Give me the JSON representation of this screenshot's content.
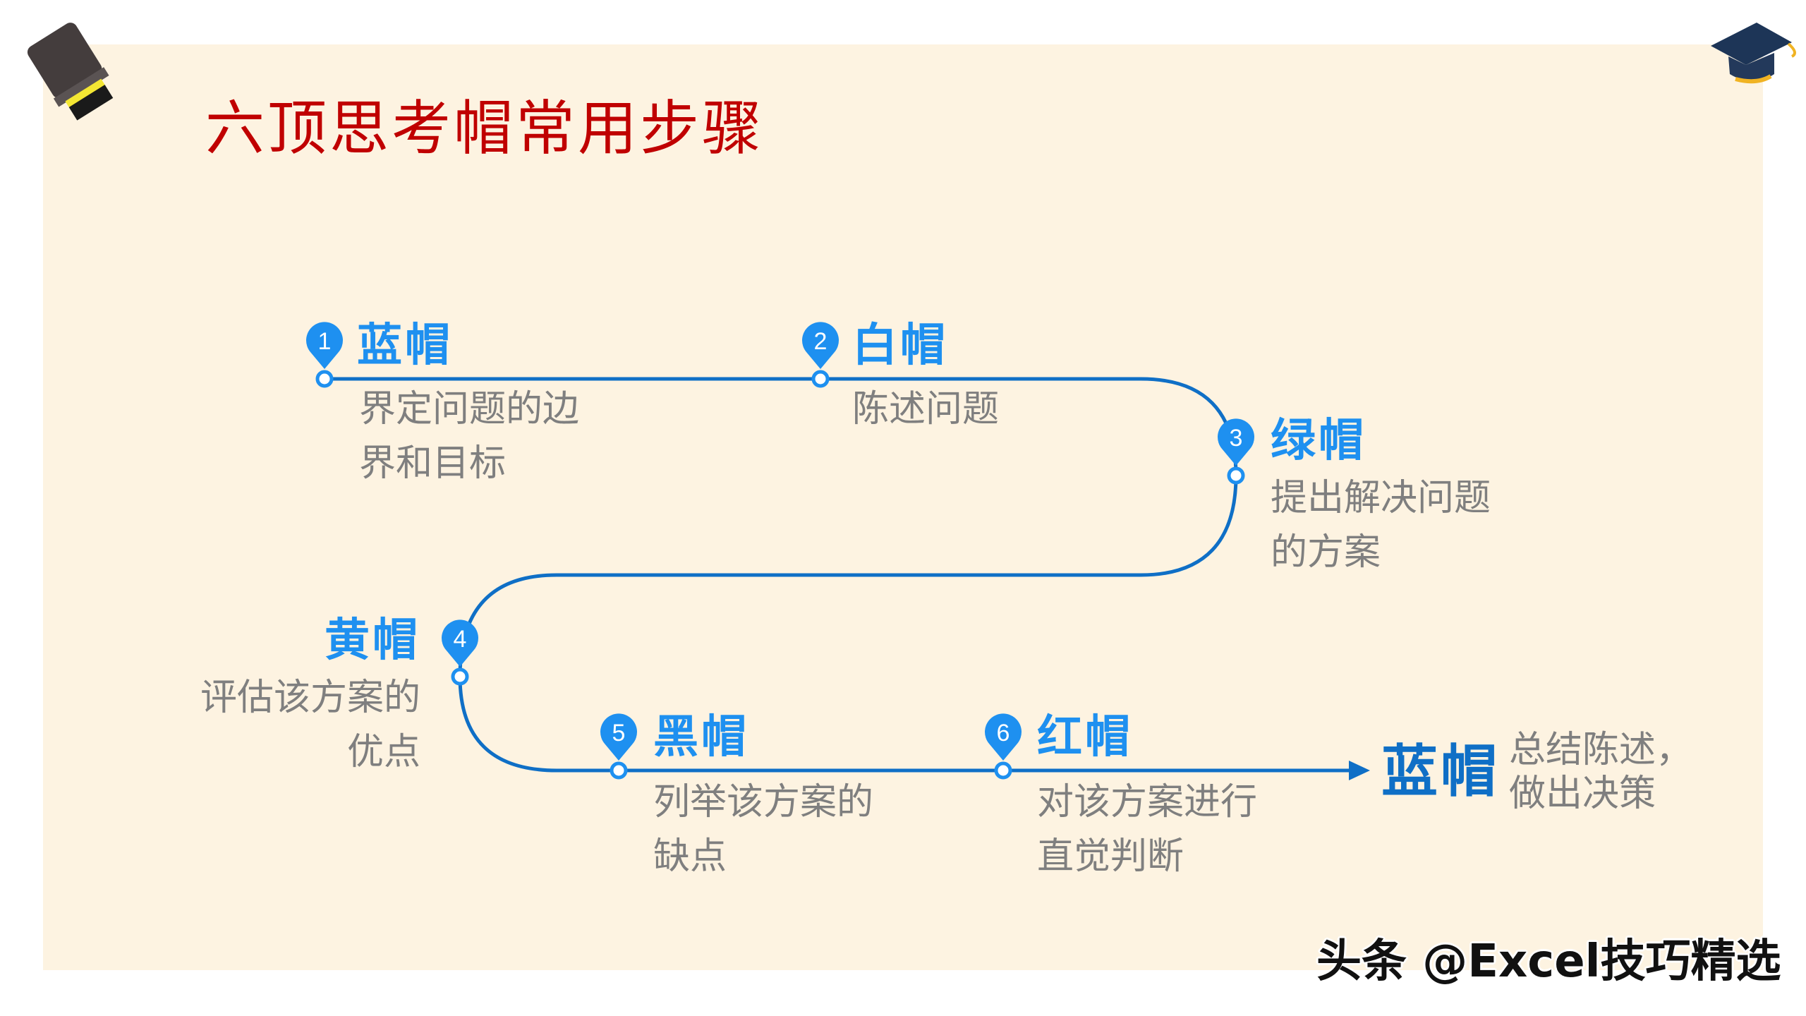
{
  "title": "六顶思考帽常用步骤",
  "steps": [
    {
      "number": "1",
      "label": "蓝帽",
      "desc": [
        "界定问题的边",
        "界和目标"
      ]
    },
    {
      "number": "2",
      "label": "白帽",
      "desc": [
        "陈述问题"
      ]
    },
    {
      "number": "3",
      "label": "绿帽",
      "desc": [
        "提出解决问题",
        "的方案"
      ]
    },
    {
      "number": "4",
      "label": "黄帽",
      "desc": [
        "评估该方案的",
        "优点"
      ]
    },
    {
      "number": "5",
      "label": "黑帽",
      "desc": [
        "列举该方案的",
        "缺点"
      ]
    },
    {
      "number": "6",
      "label": "红帽",
      "desc": [
        "对该方案进行",
        "直觉判断"
      ]
    }
  ],
  "final": {
    "label": "蓝帽",
    "desc": [
      "总结陈述，",
      "做出决策"
    ]
  },
  "watermark": "头条 @Excel技巧精选",
  "colors": {
    "title": "#C00000",
    "label": "#1E90F0",
    "line": "#0F6FC6",
    "desc": "#7F7F7F",
    "background": "#FDF3E1"
  },
  "icons": [
    "top-hat-icon",
    "graduation-cap-icon",
    "map-pin-icon"
  ]
}
